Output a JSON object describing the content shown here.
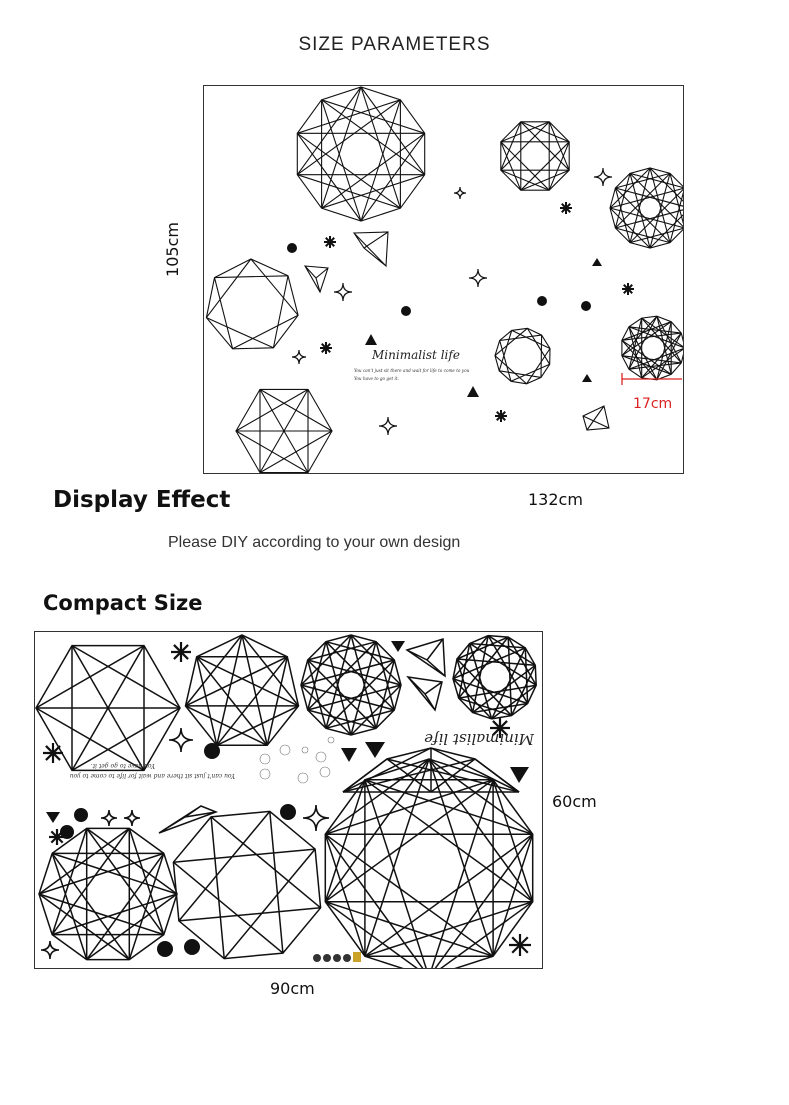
{
  "title": "SIZE PARAMETERS",
  "display": {
    "height_label": "105cm",
    "width_label": "132cm",
    "small_item_label": "17cm",
    "heading": "Display Effect",
    "note": "Please DIY according to your own design",
    "slogan": "Minimalist life",
    "slogan_line1": "You can't just sit there and wait for life to come to you",
    "slogan_line2": "You have to go get it."
  },
  "compact": {
    "heading": "Compact Size",
    "width_label": "90cm",
    "height_label": "60cm",
    "slogan": "Minimalist life",
    "slogan_line1": "You can't just sit there and wait for life to come to you",
    "slogan_line2": "You have to go get it."
  }
}
